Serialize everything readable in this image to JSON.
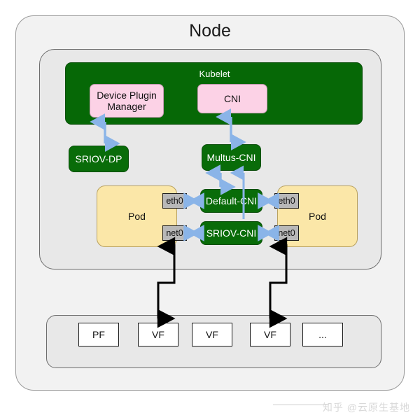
{
  "diagram": {
    "title": "Node",
    "containers": {
      "node_label": "Node",
      "inner_label": "",
      "nic_label": ""
    },
    "kubelet": {
      "label": "Kubelet",
      "components": [
        {
          "id": "device-plugin-manager",
          "label": "Device Plugin Manager",
          "color": "#fcd2e6"
        },
        {
          "id": "cni",
          "label": "CNI",
          "color": "#fcd2e6"
        }
      ]
    },
    "agents": [
      {
        "id": "sriov-dp",
        "label": "SRIOV-DP",
        "color": "#096c09"
      },
      {
        "id": "multus-cni",
        "label": "Multus-CNI",
        "color": "#096c09"
      }
    ],
    "cni_plugins": [
      {
        "id": "default-cni",
        "label": "Default-CNI",
        "color": "#096c09"
      },
      {
        "id": "sriov-cni",
        "label": "SRIOV-CNI",
        "color": "#096c09"
      }
    ],
    "pods": [
      {
        "id": "pod-left",
        "label": "Pod",
        "interfaces": [
          {
            "id": "eth0",
            "label": "eth0"
          },
          {
            "id": "net0",
            "label": "net0"
          }
        ]
      },
      {
        "id": "pod-right",
        "label": "Pod",
        "interfaces": [
          {
            "id": "eth0",
            "label": "eth0"
          },
          {
            "id": "net0",
            "label": "net0"
          }
        ]
      }
    ],
    "nic_functions": [
      {
        "id": "pf",
        "label": "PF"
      },
      {
        "id": "vf-1",
        "label": "VF"
      },
      {
        "id": "vf-2",
        "label": "VF"
      },
      {
        "id": "vf-3",
        "label": "VF"
      },
      {
        "id": "more",
        "label": "..."
      }
    ],
    "colors": {
      "green": "#096c09",
      "kubelet_green": "#066806",
      "pink": "#fcd2e6",
      "pod_yellow": "#fbe7a8",
      "iface_gray": "#b8b8b8",
      "arrow_blue": "#8ab4e8",
      "arrow_black": "#000000",
      "container_gray": "#e8e8e8",
      "node_gray": "#f2f2f2"
    }
  },
  "watermark": {
    "text": "知乎 @云原生基地"
  }
}
